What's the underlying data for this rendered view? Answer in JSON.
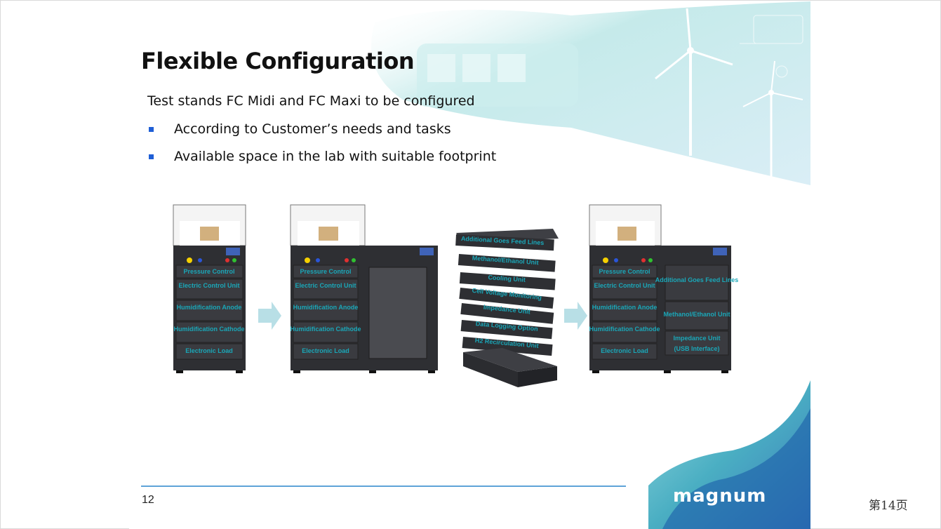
{
  "slide": {
    "title": "Flexible Configuration",
    "subtitle": "Test stands FC Midi and FC Maxi to be configured",
    "bullets": [
      "According to Customer’s needs and tasks",
      "Available space in the lab with suitable footprint"
    ],
    "page_number": "12",
    "logo_text": "magnum",
    "racks": {
      "midi_modules": [
        "Pressure Control",
        "Electric Control Unit",
        "Humidification Anode",
        "Humidification Cathode",
        "Electronic Load"
      ],
      "stacked_modules": [
        "Additional Goes Feed Lines",
        "Methanol/Ethanol Unit",
        "Cooling Unit",
        "Cell Voltage Monitoring",
        "Impedance Unit",
        "Data Logging Option",
        "H2 Recirculation Unit"
      ],
      "maxi_extra_modules": [
        "Additional Goes Feed Lines",
        "Methanol/Ethanol Unit",
        "Impedance Unit",
        "(USB Interface)"
      ]
    }
  },
  "viewer": {
    "page_indicator": "第14页"
  },
  "colors": {
    "accent_blue": "#1f5fd6",
    "label_teal": "#1aa7b8",
    "footer_line": "#5ea3d8",
    "rack_dark": "#2e2f33"
  }
}
